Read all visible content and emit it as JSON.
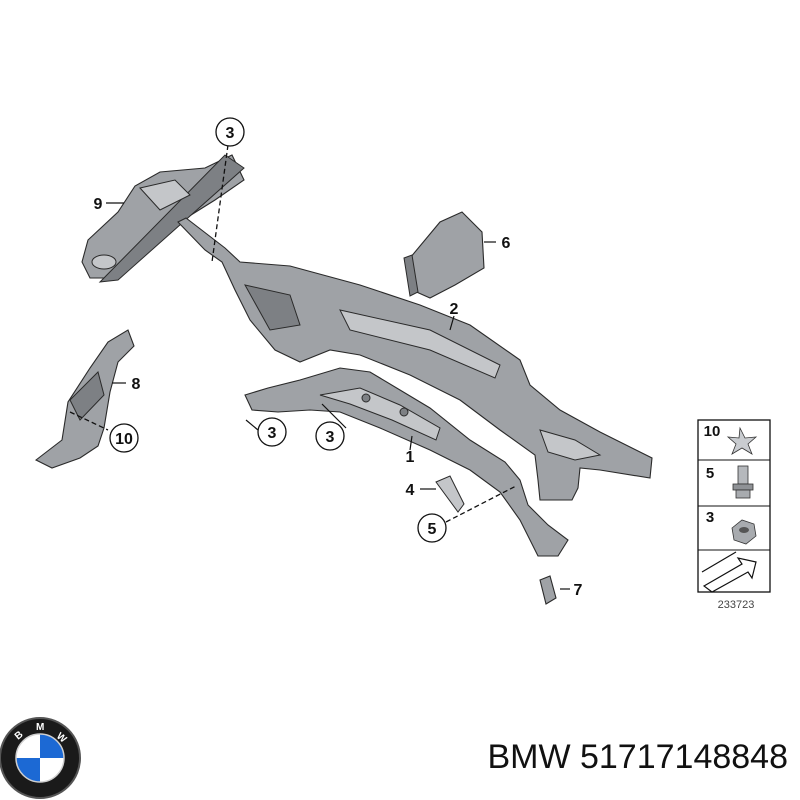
{
  "callouts": {
    "c3_top": "3",
    "c9": "9",
    "c6": "6",
    "c2": "2",
    "c8": "8",
    "c10": "10",
    "c3_left": "3",
    "c3_mid": "3",
    "c1": "1",
    "c4": "4",
    "c5": "5",
    "c7": "7"
  },
  "legend": {
    "rows": [
      "10",
      "5",
      "3"
    ],
    "reference_number": "233723"
  },
  "brand": {
    "maker": "BMW",
    "part_number": "51717148848",
    "logo_letters": "BMW"
  },
  "colors": {
    "part_gray": "#9fa2a6",
    "bmw_blue": "#1c69d4",
    "logo_ring": "#1a1a1a"
  }
}
